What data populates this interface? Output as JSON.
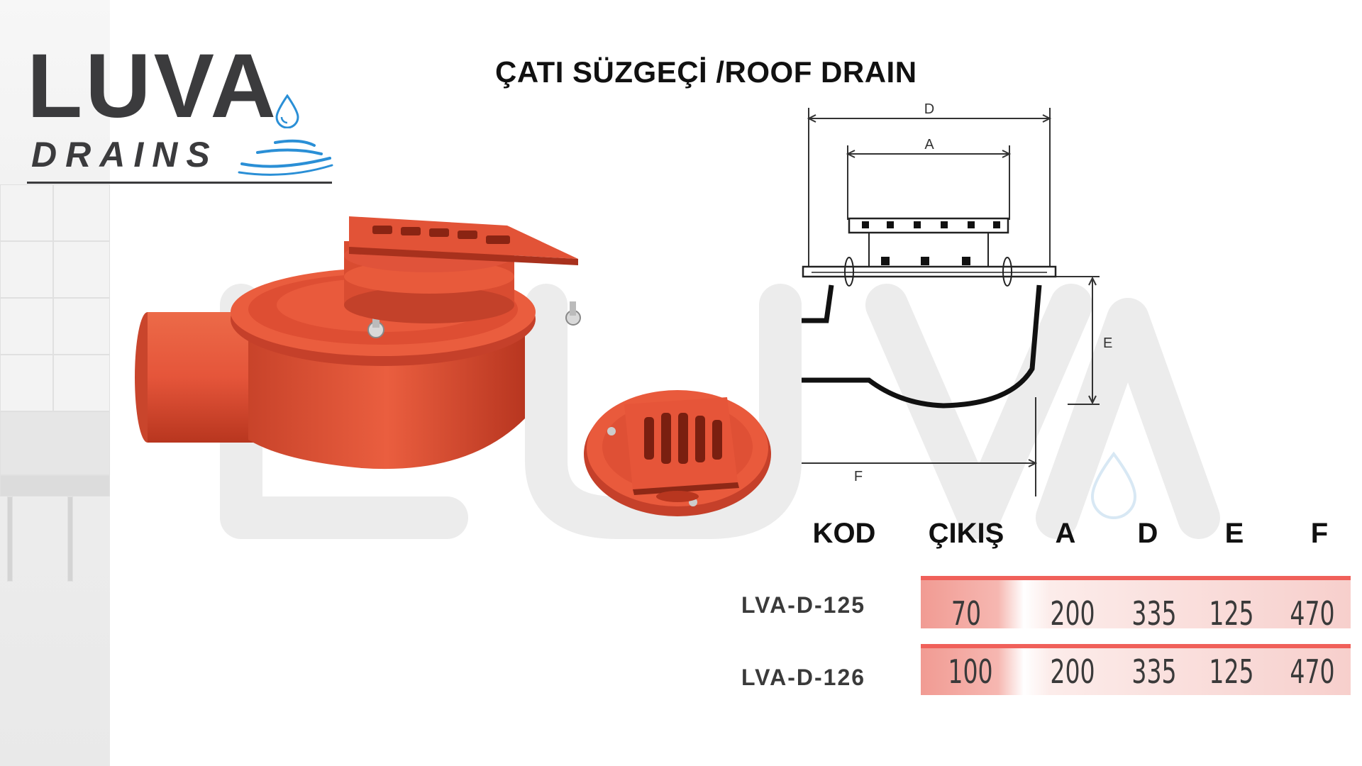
{
  "brand": {
    "name": "LUVA",
    "sub": "DRAINS",
    "colors": {
      "dark": "#3b3b3d",
      "blue": "#2a8fd6"
    }
  },
  "title": "ÇATI SÜZGEÇİ /ROOF DRAIN",
  "product_color": "#e5553a",
  "drawing": {
    "labels": {
      "d": "D",
      "a": "A",
      "e": "E",
      "f": "F",
      "diameter": "Ø"
    }
  },
  "table": {
    "headers": [
      "KOD",
      "ÇIKIŞ",
      "A",
      "D",
      "E",
      "F"
    ],
    "rows": [
      {
        "code": "LVA-D-125",
        "values": [
          "70",
          "200",
          "335",
          "125",
          "470"
        ]
      },
      {
        "code": "LVA-D-126",
        "values": [
          "100",
          "200",
          "335",
          "125",
          "470"
        ]
      }
    ],
    "accent": "#f0605a"
  }
}
